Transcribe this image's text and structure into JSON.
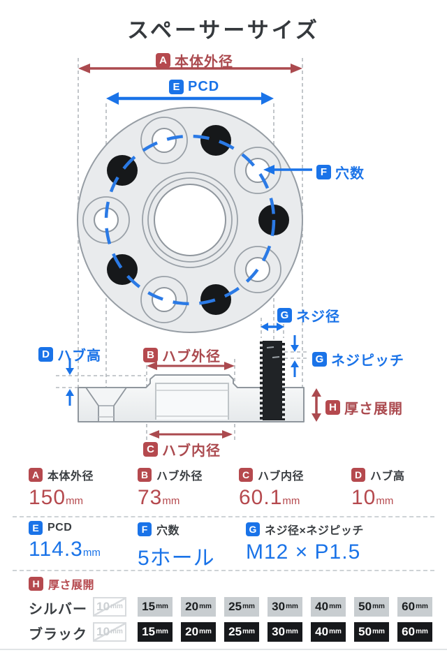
{
  "title": "スペーサーサイズ",
  "colors": {
    "red": "#b5494e",
    "blue": "#1a73e8",
    "disc_fill": "#e9ebed",
    "stud_black": "#202326"
  },
  "diagram": {
    "labels": {
      "outer": {
        "badge": "A",
        "text": "本体外径"
      },
      "pcd": {
        "badge": "E",
        "text": "PCD"
      },
      "holes": {
        "badge": "F",
        "text": "穴数"
      },
      "thread_dia": {
        "badge": "G",
        "text": "ネジ径"
      },
      "thread_pitch": {
        "badge": "G",
        "text": "ネジピッチ"
      },
      "hub_height": {
        "badge": "D",
        "text": "ハブ高"
      },
      "hub_outer": {
        "badge": "B",
        "text": "ハブ外径"
      },
      "hub_inner": {
        "badge": "C",
        "text": "ハブ内径"
      },
      "thickness": {
        "badge": "H",
        "text": "厚さ展開"
      }
    }
  },
  "specs_row1": [
    {
      "badge": "A",
      "label": "本体外径",
      "value": "150",
      "unit": "mm"
    },
    {
      "badge": "B",
      "label": "ハブ外径",
      "value": "73",
      "unit": "mm"
    },
    {
      "badge": "C",
      "label": "ハブ内径",
      "value": "60.1",
      "unit": "mm"
    },
    {
      "badge": "D",
      "label": "ハブ高",
      "value": "10",
      "unit": "mm"
    }
  ],
  "specs_row2": [
    {
      "badge": "E",
      "label": "PCD",
      "value": "114.3",
      "unit": "mm"
    },
    {
      "badge": "F",
      "label": "穴数",
      "value": "5ホール",
      "unit": ""
    },
    {
      "badge": "G",
      "label": "ネジ径×ネジピッチ",
      "value": "M12 × P1.5",
      "unit": ""
    }
  ],
  "thickness": {
    "badge": "H",
    "label": "厚さ展開",
    "rows": [
      {
        "name": "シルバー",
        "na": {
          "value": "10",
          "unit": "mm"
        },
        "sizes": [
          {
            "value": "15",
            "unit": "mm"
          },
          {
            "value": "20",
            "unit": "mm"
          },
          {
            "value": "25",
            "unit": "mm"
          },
          {
            "value": "30",
            "unit": "mm"
          },
          {
            "value": "40",
            "unit": "mm"
          },
          {
            "value": "50",
            "unit": "mm"
          },
          {
            "value": "60",
            "unit": "mm"
          }
        ]
      },
      {
        "name": "ブラック",
        "na": {
          "value": "10",
          "unit": "mm"
        },
        "sizes": [
          {
            "value": "15",
            "unit": "mm"
          },
          {
            "value": "20",
            "unit": "mm"
          },
          {
            "value": "25",
            "unit": "mm"
          },
          {
            "value": "30",
            "unit": "mm"
          },
          {
            "value": "40",
            "unit": "mm"
          },
          {
            "value": "50",
            "unit": "mm"
          },
          {
            "value": "60",
            "unit": "mm"
          }
        ]
      }
    ]
  }
}
